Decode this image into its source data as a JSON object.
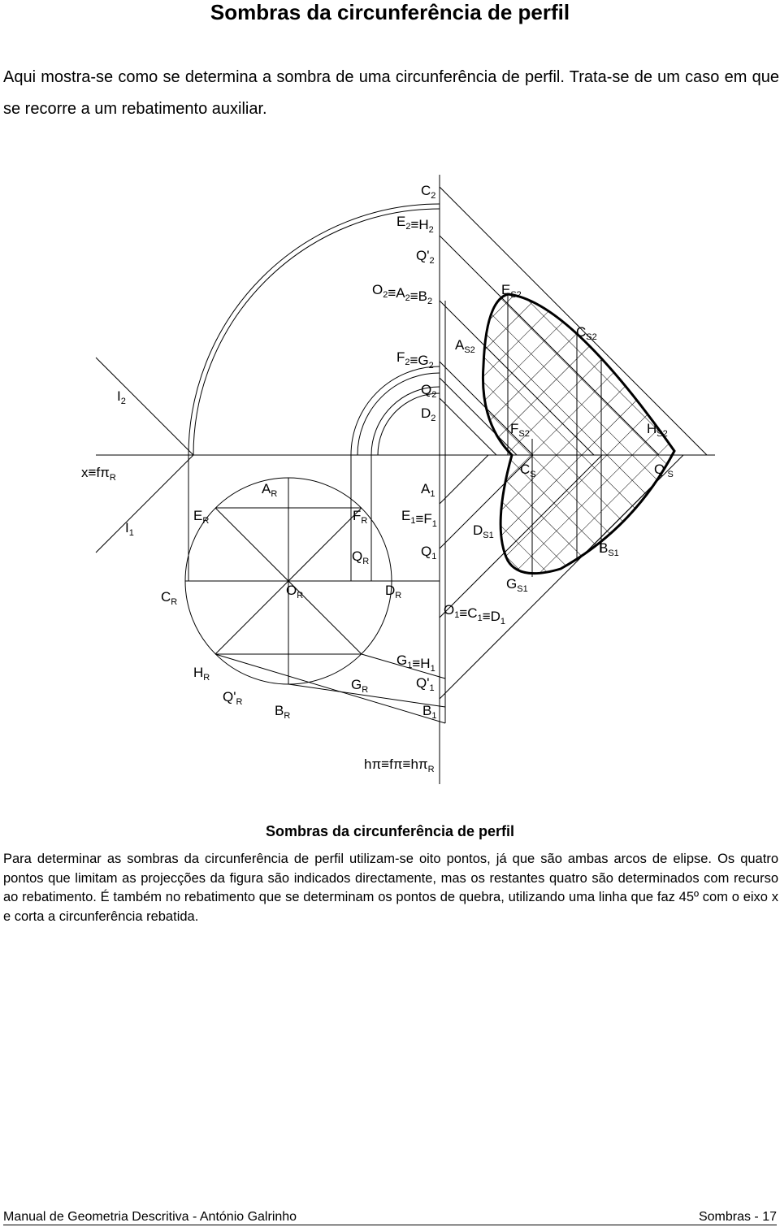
{
  "page": {
    "title": "Sombras da circunferência de perfil",
    "intro": "Aqui mostra-se como se determina a sombra de uma circunferência de perfil. Trata-se de um caso em que se recorre a um rebatimento auxiliar."
  },
  "figure": {
    "labels": {
      "c2": "C2",
      "e2h2": "E2≡H2",
      "q2p": "Q'2",
      "o2a2b2": "O2≡A2≡B2",
      "es2": "ES2",
      "as2": "AS2",
      "cs2": "CS2",
      "f2g2": "F2≡G2",
      "q2": "Q2",
      "d2": "D2",
      "fs2": "FS2",
      "hs2": "HS2",
      "i2": "I2",
      "xf": "x≡fπR",
      "ar": "AR",
      "a1": "A1",
      "cs": "CS",
      "qps": "Q'S",
      "i1": "I1",
      "er": "ER",
      "fr": "FR",
      "e1f1": "E1≡F1",
      "ds1": "DS1",
      "bs1": "BS1",
      "qr": "QR",
      "q1": "Q1",
      "cr": "CR",
      "or": "OR",
      "dr": "DR",
      "gs1": "GS1",
      "o1c1d1": "O1≡C1≡D1",
      "hr": "HR",
      "g1h1": "G1≡H1",
      "gr": "GR",
      "q1p": "Q'1",
      "qpr": "Q'R",
      "br": "BR",
      "b1": "B1",
      "hf": "hπ≡fπ≡hπR"
    }
  },
  "caption": "Sombras da circunferência de perfil",
  "body": "Para determinar as sombras da circunferência de perfil utilizam-se oito pontos, já que são ambas arcos de elipse. Os quatro pontos que limitam as projecções da figura são indicados directamente, mas os restantes quatro são determinados com recurso ao rebatimento. É também no rebatimento que se determinam os pontos de quebra, utilizando uma linha que faz 45º com o eixo x e corta a circunferência rebatida.",
  "footer": {
    "left": "Manual de Geometria Descritiva - António Galrinho",
    "right": "Sombras - 17"
  }
}
